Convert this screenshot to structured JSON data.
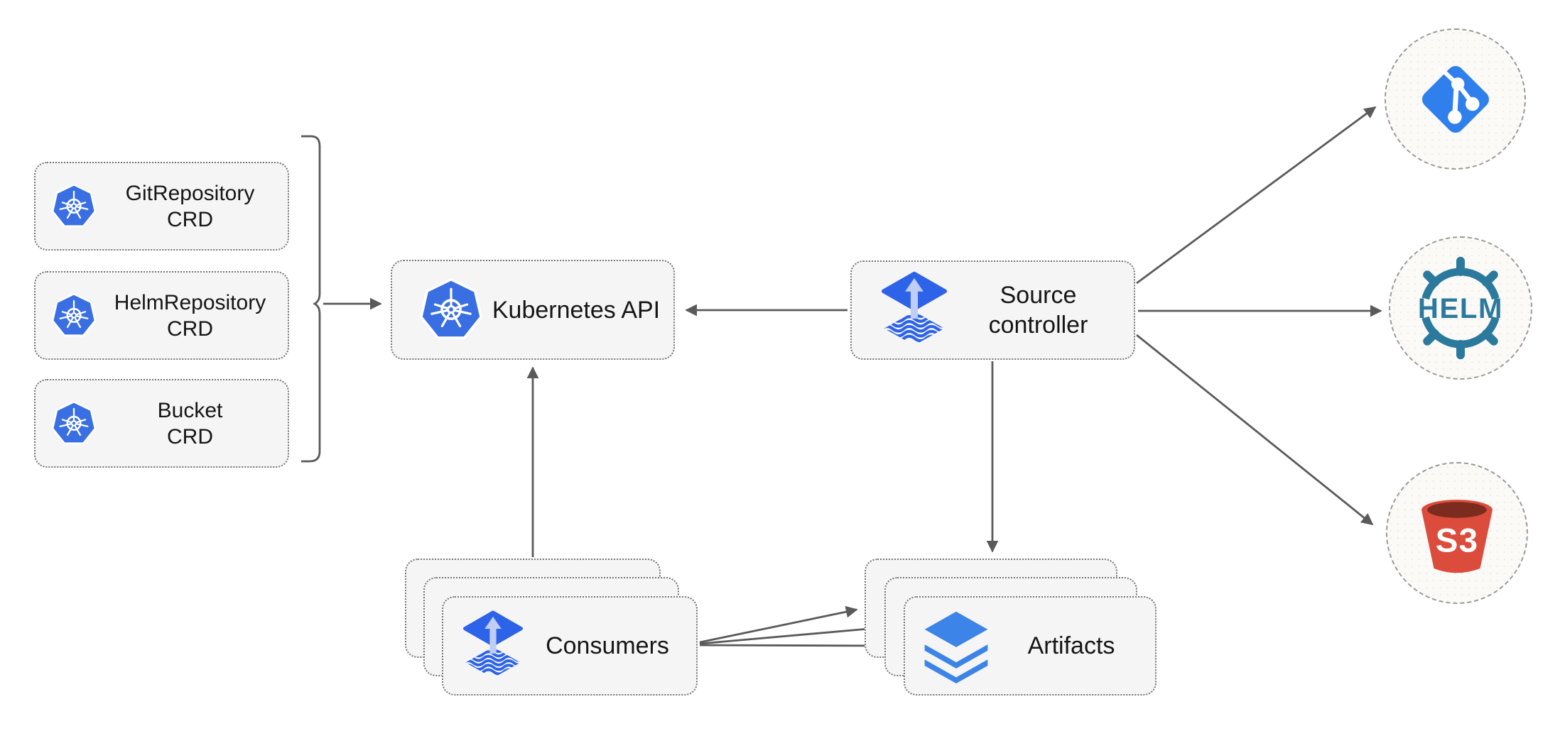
{
  "nodes": {
    "crd_boxes": [
      {
        "line1": "GitRepository",
        "line2": "CRD",
        "icon": "kubernetes-icon"
      },
      {
        "line1": "HelmRepository",
        "line2": "CRD",
        "icon": "kubernetes-icon"
      },
      {
        "line1": "Bucket",
        "line2": "CRD",
        "icon": "kubernetes-icon"
      }
    ],
    "kubernetes_api": {
      "label": "Kubernetes API",
      "icon": "kubernetes-icon"
    },
    "source_controller": {
      "line1": "Source",
      "line2": "controller",
      "icon": "flux-icon"
    },
    "consumers": {
      "label": "Consumers",
      "icon": "flux-icon"
    },
    "artifacts": {
      "label": "Artifacts",
      "icon": "layers-icon"
    },
    "external_sources": [
      {
        "name": "git",
        "icon": "git-icon"
      },
      {
        "name": "helm",
        "icon": "helm-icon",
        "logo_text": "HELM"
      },
      {
        "name": "s3",
        "icon": "s3-bucket-icon",
        "logo_text": "S3"
      }
    ]
  },
  "colors": {
    "kubernetes_blue": "#3a6fe3",
    "flux_blue": "#2d63e8",
    "flux_arrow_light": "#c0cdf4",
    "layers_blue": "#3d84e8",
    "git_blue": "#2f80ed",
    "helm_teal": "#2b7a9d",
    "s3_red": "#dc4c3c",
    "s3_dark_red": "#7b2c1e",
    "arrow_gray": "#5a5a5a",
    "box_fill": "#f5f5f5"
  }
}
